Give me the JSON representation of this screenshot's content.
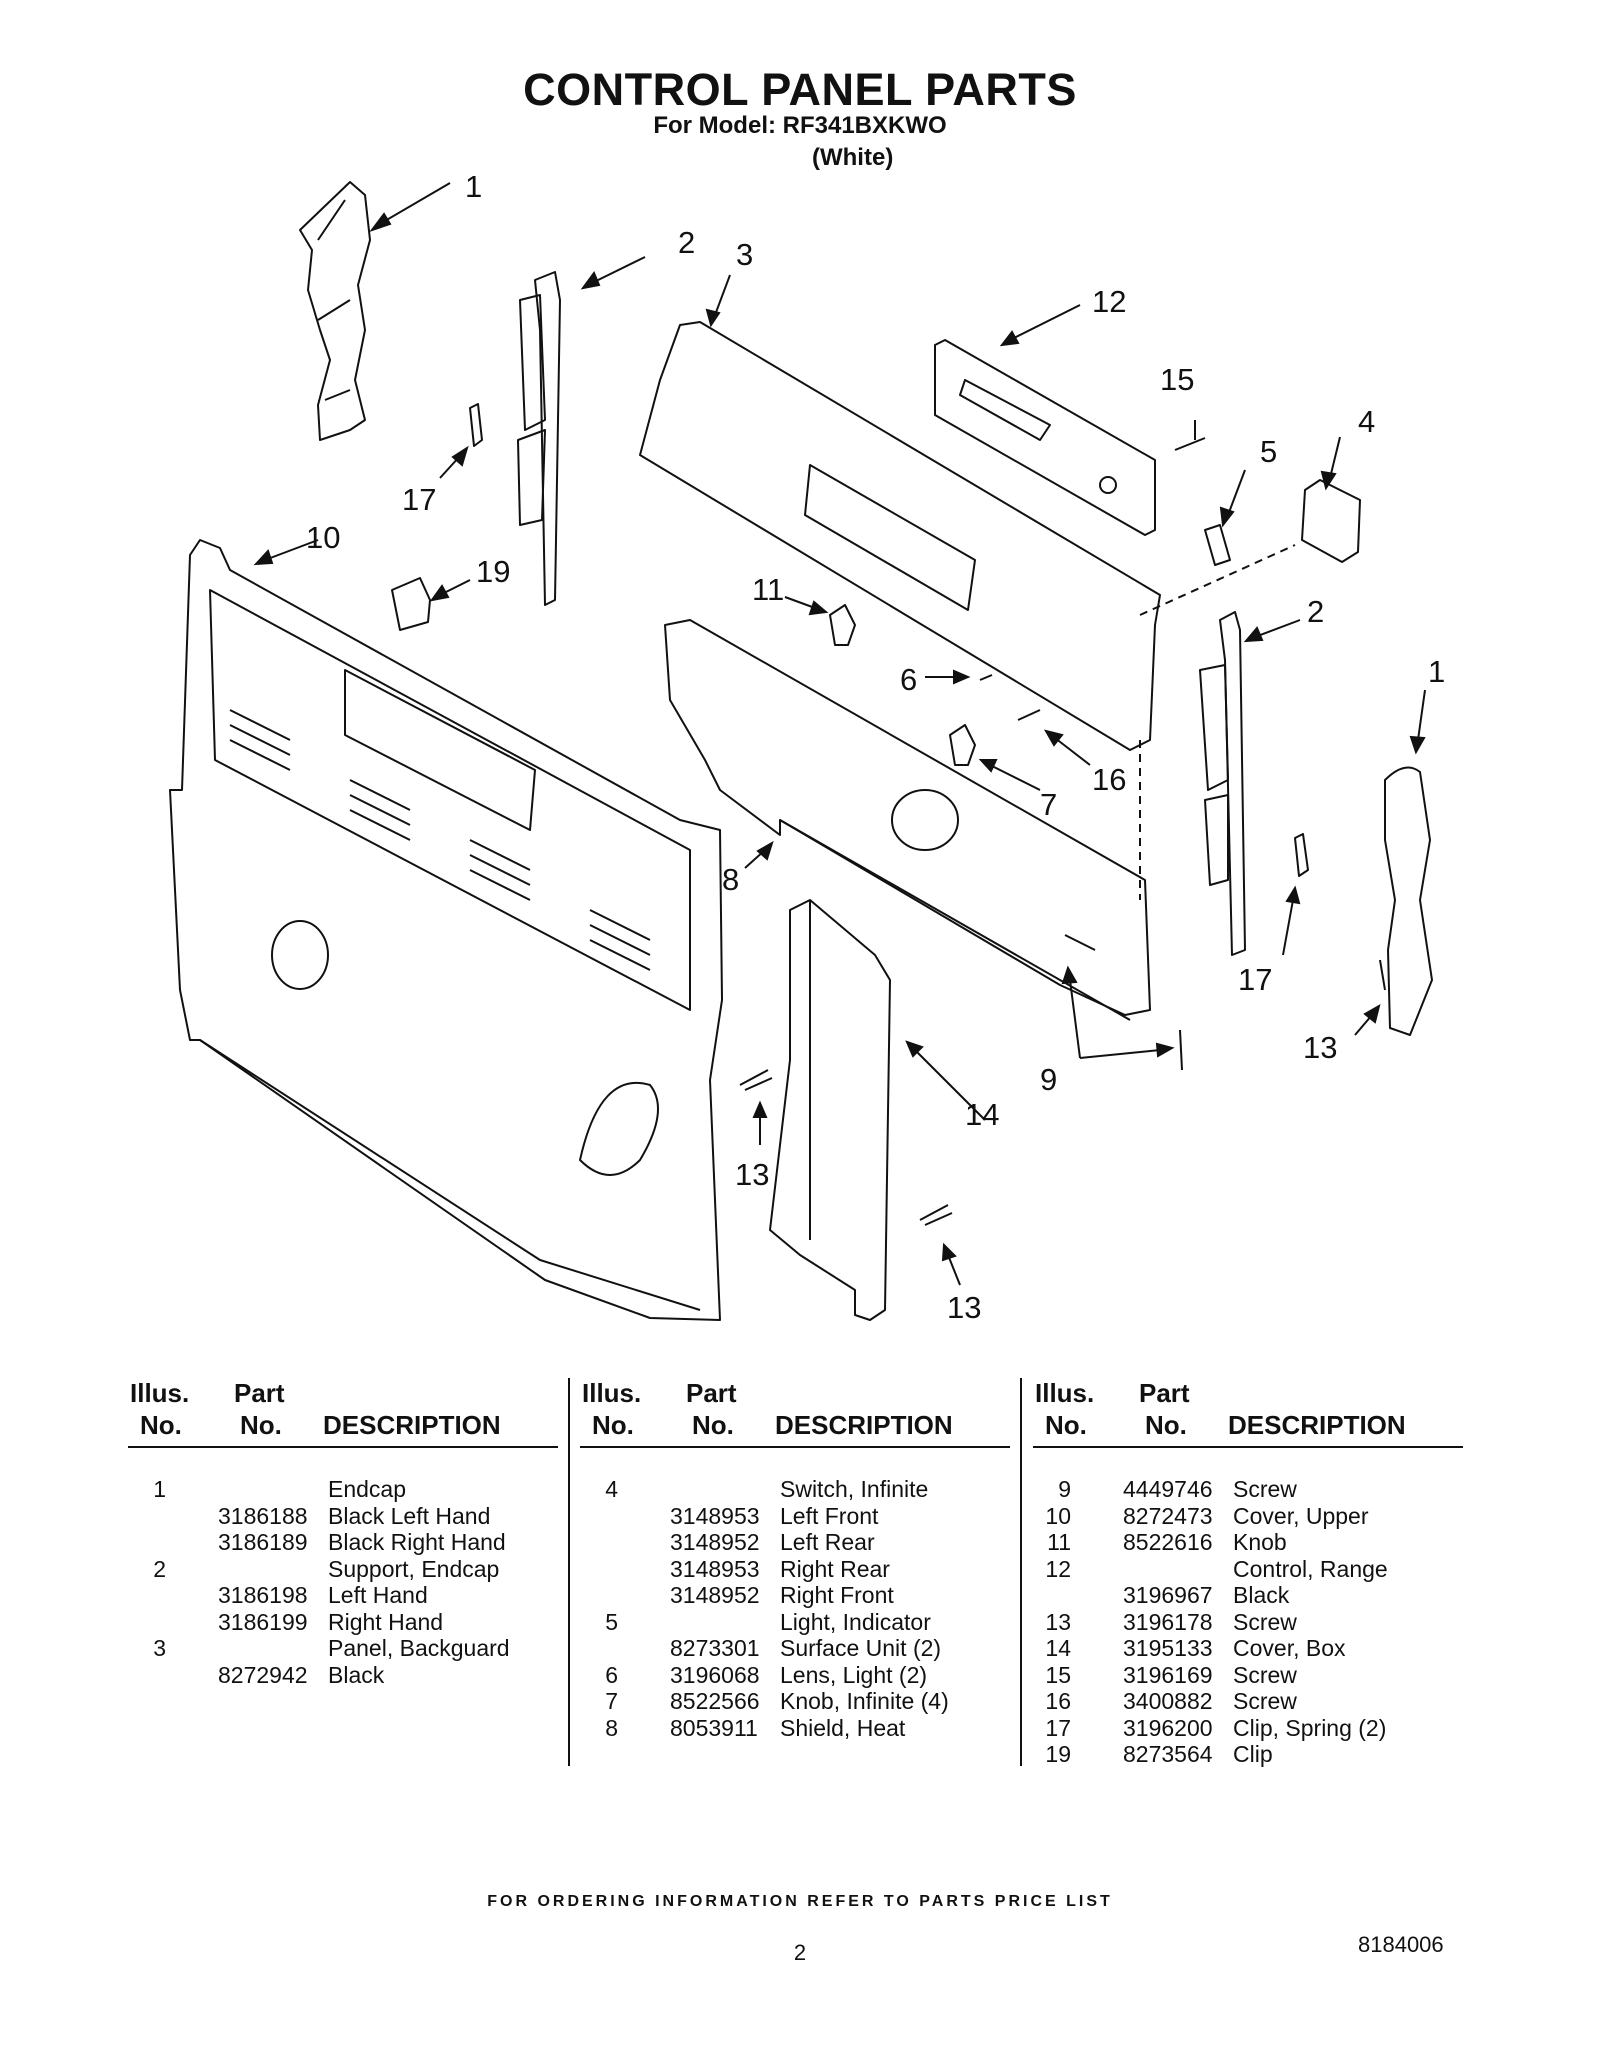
{
  "header": {
    "title": "CONTROL PANEL PARTS",
    "model_line": "For Model: RF341BXKWO",
    "color_line": "(White)"
  },
  "callouts": [
    "1",
    "2",
    "3",
    "12",
    "15",
    "4",
    "5",
    "17",
    "10",
    "19",
    "11",
    "2",
    "6",
    "1",
    "16",
    "7",
    "8",
    "17",
    "9",
    "13",
    "14",
    "13",
    "13"
  ],
  "table": {
    "headers": {
      "illus": "Illus.",
      "no": "No.",
      "part": "Part",
      "part_no": "No.",
      "description": "DESCRIPTION"
    },
    "col1": [
      {
        "illus": "1",
        "part": "",
        "desc": "Endcap"
      },
      {
        "illus": "",
        "part": "3186188",
        "desc": "Black Left Hand"
      },
      {
        "illus": "",
        "part": "3186189",
        "desc": "Black Right Hand"
      },
      {
        "illus": "2",
        "part": "",
        "desc": "Support, Endcap"
      },
      {
        "illus": "",
        "part": "3186198",
        "desc": "Left Hand"
      },
      {
        "illus": "",
        "part": "3186199",
        "desc": "Right Hand"
      },
      {
        "illus": "3",
        "part": "",
        "desc": "Panel, Backguard"
      },
      {
        "illus": "",
        "part": "8272942",
        "desc": "Black"
      }
    ],
    "col2": [
      {
        "illus": "4",
        "part": "",
        "desc": "Switch, Infinite"
      },
      {
        "illus": "",
        "part": "3148953",
        "desc": "Left Front"
      },
      {
        "illus": "",
        "part": "3148952",
        "desc": "Left Rear"
      },
      {
        "illus": "",
        "part": "3148953",
        "desc": "Right Rear"
      },
      {
        "illus": "",
        "part": "3148952",
        "desc": "Right Front"
      },
      {
        "illus": "5",
        "part": "",
        "desc": "Light, Indicator"
      },
      {
        "illus": "",
        "part": "8273301",
        "desc": "Surface Unit (2)"
      },
      {
        "illus": "6",
        "part": "3196068",
        "desc": "Lens, Light (2)"
      },
      {
        "illus": "7",
        "part": "8522566",
        "desc": "Knob, Infinite (4)"
      },
      {
        "illus": "8",
        "part": "8053911",
        "desc": "Shield, Heat"
      }
    ],
    "col3": [
      {
        "illus": "9",
        "part": "4449746",
        "desc": "Screw"
      },
      {
        "illus": "10",
        "part": "8272473",
        "desc": "Cover, Upper"
      },
      {
        "illus": "11",
        "part": "8522616",
        "desc": "Knob"
      },
      {
        "illus": "12",
        "part": "",
        "desc": "Control, Range"
      },
      {
        "illus": "",
        "part": "3196967",
        "desc": "Black"
      },
      {
        "illus": "13",
        "part": "3196178",
        "desc": "Screw"
      },
      {
        "illus": "14",
        "part": "3195133",
        "desc": "Cover, Box"
      },
      {
        "illus": "15",
        "part": "3196169",
        "desc": "Screw"
      },
      {
        "illus": "16",
        "part": "3400882",
        "desc": "Screw"
      },
      {
        "illus": "17",
        "part": "3196200",
        "desc": "Clip, Spring (2)"
      },
      {
        "illus": "19",
        "part": "8273564",
        "desc": "Clip"
      }
    ]
  },
  "footer": {
    "ordering_note": "FOR ORDERING INFORMATION REFER TO PARTS PRICE LIST",
    "page_number": "2",
    "document_number": "8184006"
  }
}
